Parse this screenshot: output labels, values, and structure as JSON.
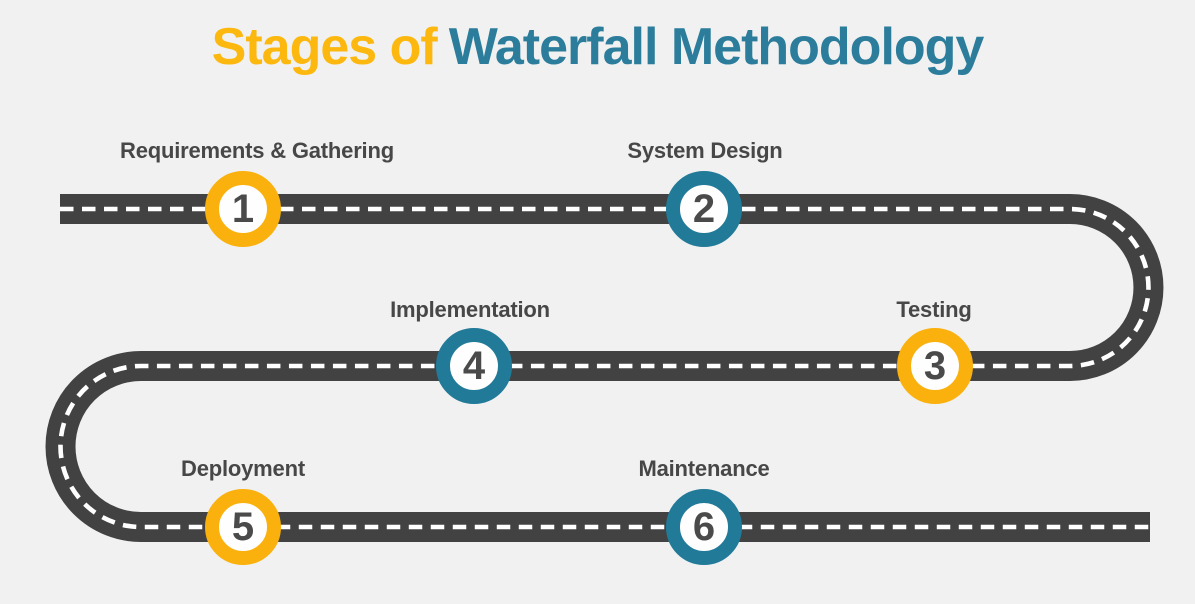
{
  "title": {
    "part1": "Stages of",
    "part2": "Waterfall Methodology"
  },
  "colors": {
    "background": "#F1F1F1",
    "road": "#424242",
    "road_dash": "#FFFFFF",
    "ring_yellow": "#FAB10E",
    "ring_teal": "#227A99",
    "title_yellow": "#FCB80E",
    "title_teal": "#2C7D9B",
    "label_text": "#474747",
    "number_text": "#4A4A4A"
  },
  "stages": [
    {
      "number": "1",
      "label": "Requirements & Gathering",
      "color": "yellow"
    },
    {
      "number": "2",
      "label": "System Design",
      "color": "teal"
    },
    {
      "number": "3",
      "label": "Testing",
      "color": "yellow"
    },
    {
      "number": "4",
      "label": "Implementation",
      "color": "teal"
    },
    {
      "number": "5",
      "label": "Deployment",
      "color": "yellow"
    },
    {
      "number": "6",
      "label": "Maintenance",
      "color": "teal"
    }
  ]
}
